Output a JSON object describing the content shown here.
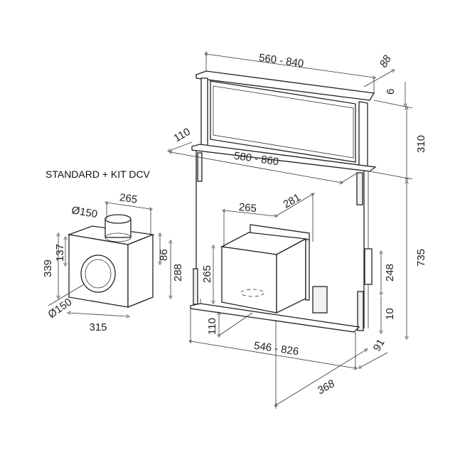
{
  "kit_label": "STANDARD + KIT DCV",
  "main_unit": {
    "top_width": "560 - 840",
    "top_depth": "88",
    "cap_height": "6",
    "panel_height": "310",
    "side_depth": "110",
    "base_width": "580 - 860",
    "motor_width": "265",
    "motor_depth": "281",
    "motor_height": "265",
    "motor_offset": "110",
    "body_height": "735",
    "bracket_height": "248",
    "bottom_offset": "10",
    "bottom_width": "546 - 826",
    "rear_depth": "91",
    "total_depth": "368"
  },
  "kit_unit": {
    "top_width": "265",
    "outlet_diameter": "Ø150",
    "outlet_height": "137",
    "total_height": "339",
    "side_height": "86",
    "box_height": "288",
    "front_diameter": "Ø150",
    "bottom_width": "315"
  }
}
